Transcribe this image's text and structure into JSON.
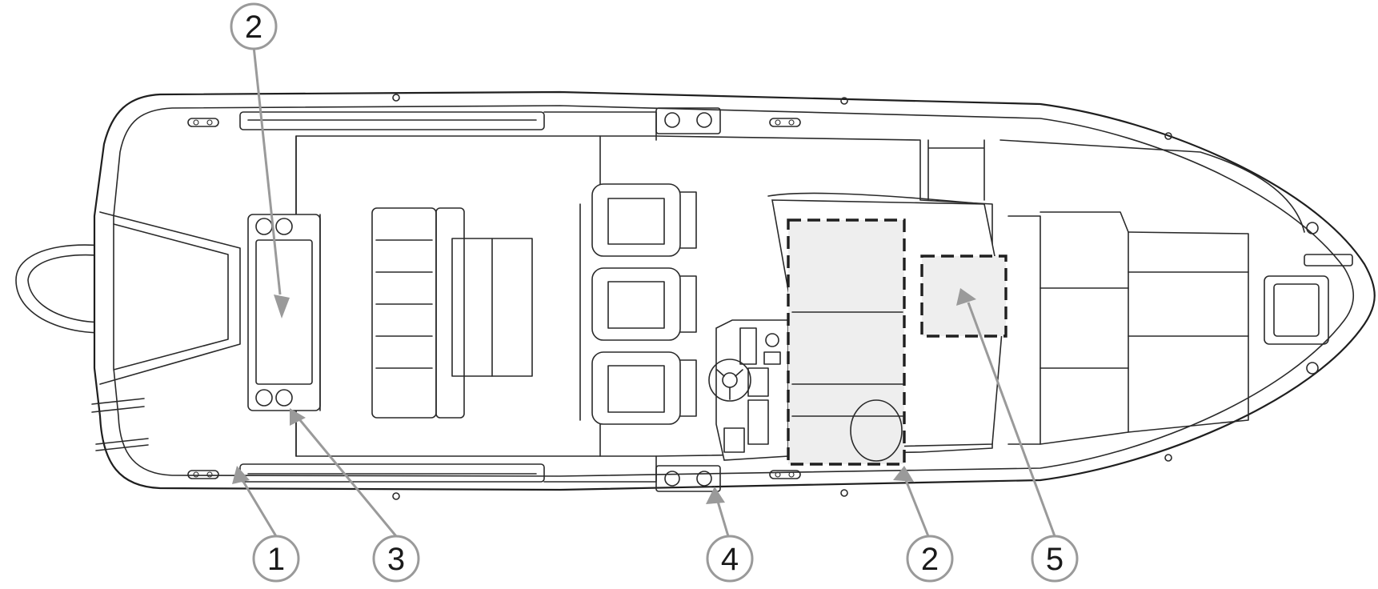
{
  "callouts": [
    {
      "id": "c2-top",
      "label": "2"
    },
    {
      "id": "c1",
      "label": "1"
    },
    {
      "id": "c3",
      "label": "3"
    },
    {
      "id": "c4",
      "label": "4"
    },
    {
      "id": "c2-bottom",
      "label": "2"
    },
    {
      "id": "c5",
      "label": "5"
    }
  ],
  "colors": {
    "leader": "#9a9a9a",
    "outline": "#2a2a2a",
    "highlight_area": "#eeeeee"
  }
}
